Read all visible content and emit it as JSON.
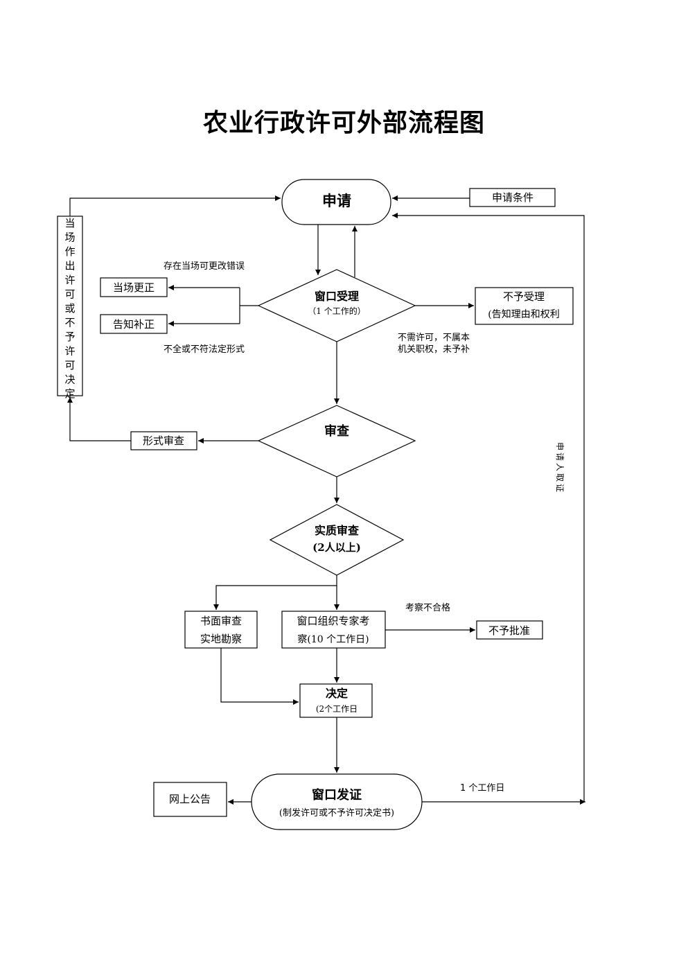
{
  "title": "农业行政许可外部流程图",
  "nodes": {
    "apply": "申请",
    "apply_conditions": "申请条件",
    "window_accept_title": "窗口受理",
    "window_accept_sub": "（1 个工作的）",
    "correct_on_site": "当场更正",
    "notify_supplement": "告知补正",
    "not_accept_line1": "不予受理",
    "not_accept_line2": "(告知理由和权利",
    "review": "审查",
    "formal_review": "形式审查",
    "substantive_title": "实质审查",
    "substantive_sub": "(2人以上)",
    "written_line1": "书面审查",
    "written_line2": "实地勘察",
    "expert_line1": "窗口组织专家考",
    "expert_line2": "察(10 个工作日)",
    "not_approved": "不予批准",
    "decision_title": "决定",
    "decision_sub": "(2个工作日",
    "issue_title": "窗口发证",
    "issue_sub": "(制发许可或不予许可决定书)",
    "online_notice": "网上公告",
    "on_site_decision": "当场作出许可或不予许可决定"
  },
  "notes": {
    "correctable_errors": "存在当场可更改错误",
    "incomplete_form": "不全或不符法定形式",
    "no_permit_needed_line1": "不需许可，不属本",
    "no_permit_needed_line2": "机关职权，未予补",
    "inspection_failed": "考察不合格",
    "one_workday": "1 个工作日",
    "applicant_receives": "申请人取证"
  }
}
